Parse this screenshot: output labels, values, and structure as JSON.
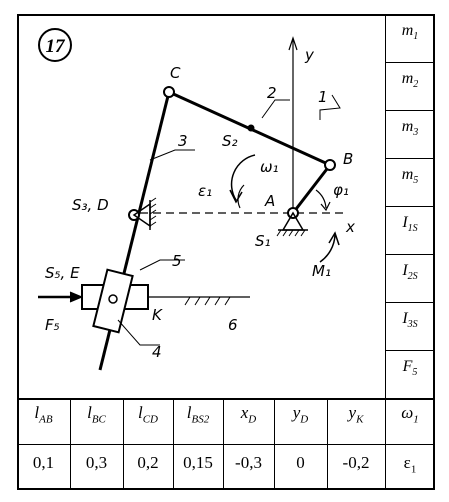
{
  "variant_number": "17",
  "side_params": [
    {
      "sym": "m",
      "sub": "1"
    },
    {
      "sym": "m",
      "sub": "2"
    },
    {
      "sym": "m",
      "sub": "3"
    },
    {
      "sym": "m",
      "sub": "5"
    },
    {
      "sym": "I",
      "sub": "1S"
    },
    {
      "sym": "I",
      "sub": "2S"
    },
    {
      "sym": "I",
      "sub": "3S"
    },
    {
      "sym": "F",
      "sub": "5"
    }
  ],
  "table_headers": [
    {
      "sym": "l",
      "sub": "AB"
    },
    {
      "sym": "l",
      "sub": "BC"
    },
    {
      "sym": "l",
      "sub": "CD"
    },
    {
      "sym": "l",
      "sub": "BS2"
    },
    {
      "sym": "x",
      "sub": "D"
    },
    {
      "sym": "y",
      "sub": "D"
    },
    {
      "sym": "y",
      "sub": "K"
    },
    {
      "sym": "ω",
      "sub": "1"
    }
  ],
  "table_values": [
    {
      "v": "0,1",
      "sub": ""
    },
    {
      "v": "0,3",
      "sub": ""
    },
    {
      "v": "0,2",
      "sub": ""
    },
    {
      "v": "0,15",
      "sub": ""
    },
    {
      "v": "-0,3",
      "sub": ""
    },
    {
      "v": "0",
      "sub": ""
    },
    {
      "v": "-0,2",
      "sub": ""
    },
    {
      "v": "ε",
      "sub": "1"
    }
  ],
  "diagram_labels": {
    "c": "C",
    "b": "B",
    "a": "A",
    "d": "S₃, D",
    "e": "S₅, E",
    "k": "K",
    "s2": "S₂",
    "s1": "S₁",
    "y": "y",
    "x": "x",
    "link1": "1",
    "link2": "2",
    "link3": "3",
    "link5": "5",
    "link4": "4",
    "link6": "6",
    "omega": "ω₁",
    "eps": "ε₁",
    "phi": "φ₁",
    "moment": "M₁",
    "force": "F₅"
  }
}
